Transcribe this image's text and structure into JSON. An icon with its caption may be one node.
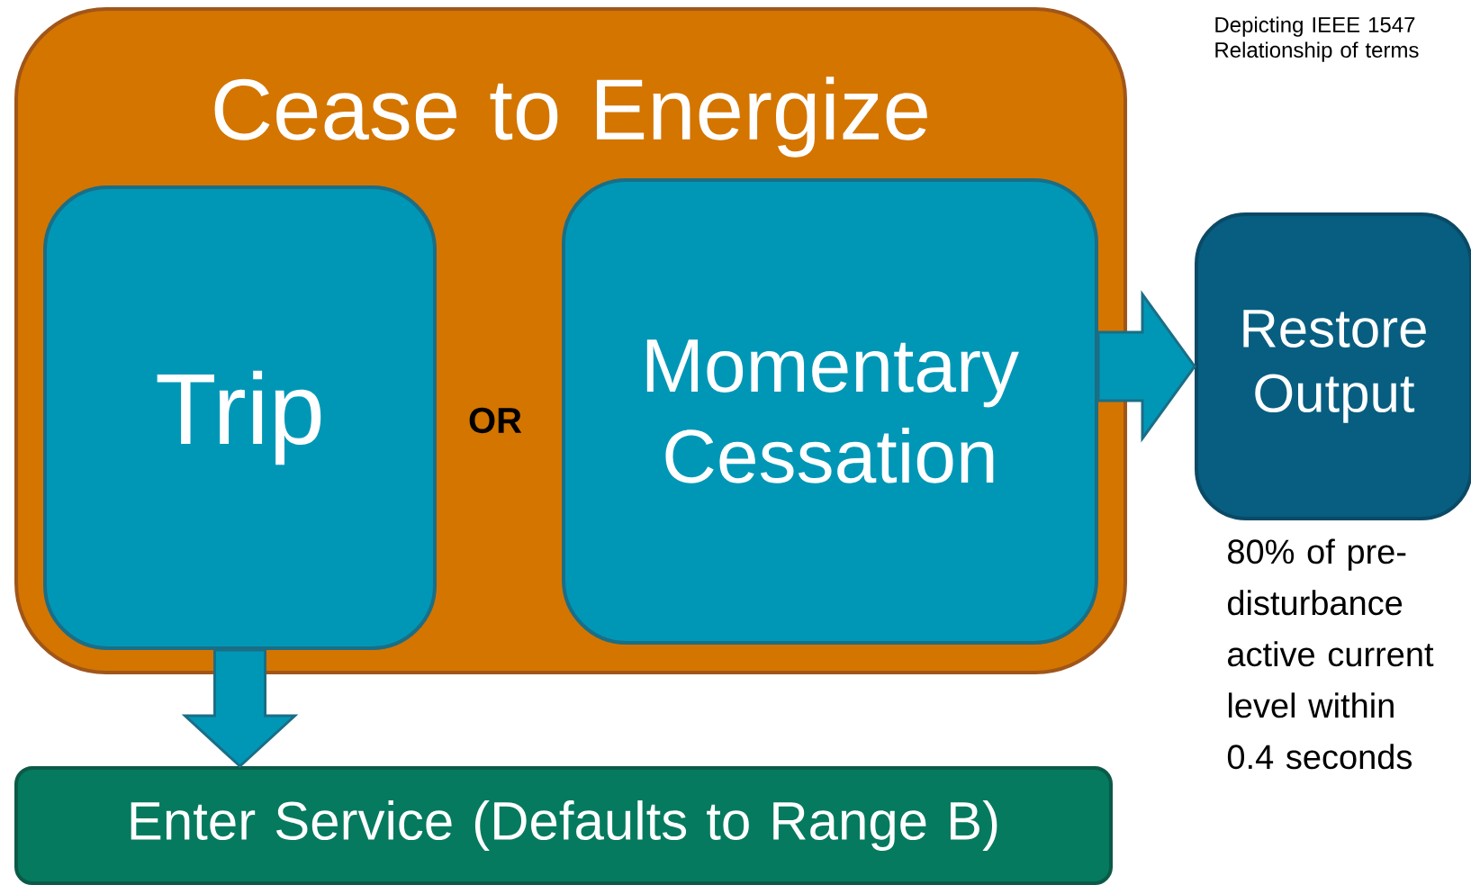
{
  "diagram": {
    "nodes": [
      {
        "text": [
          "Cease to Energize"
        ]
      },
      {
        "text": [
          "Trip"
        ],
        "in": 0
      },
      {
        "text": [
          "Momentary Cessation"
        ],
        "in": 0
      },
      {
        "text": [
          "Restore Output"
        ],
        "beside": [
          "80% of pre-disturbance active current level within 0.4 seconds"
        ]
      },
      {
        "text": [
          "Enter Service (Defaults to Range B)"
        ]
      }
    ],
    "edges": [
      {
        "from": 2,
        "to": 3,
        "arrow": "to"
      },
      {
        "from": 1,
        "to": 4,
        "arrow": "to"
      }
    ],
    "labels": [
      "OR",
      "Depicting IEEE 1547 Relationship of terms"
    ]
  }
}
